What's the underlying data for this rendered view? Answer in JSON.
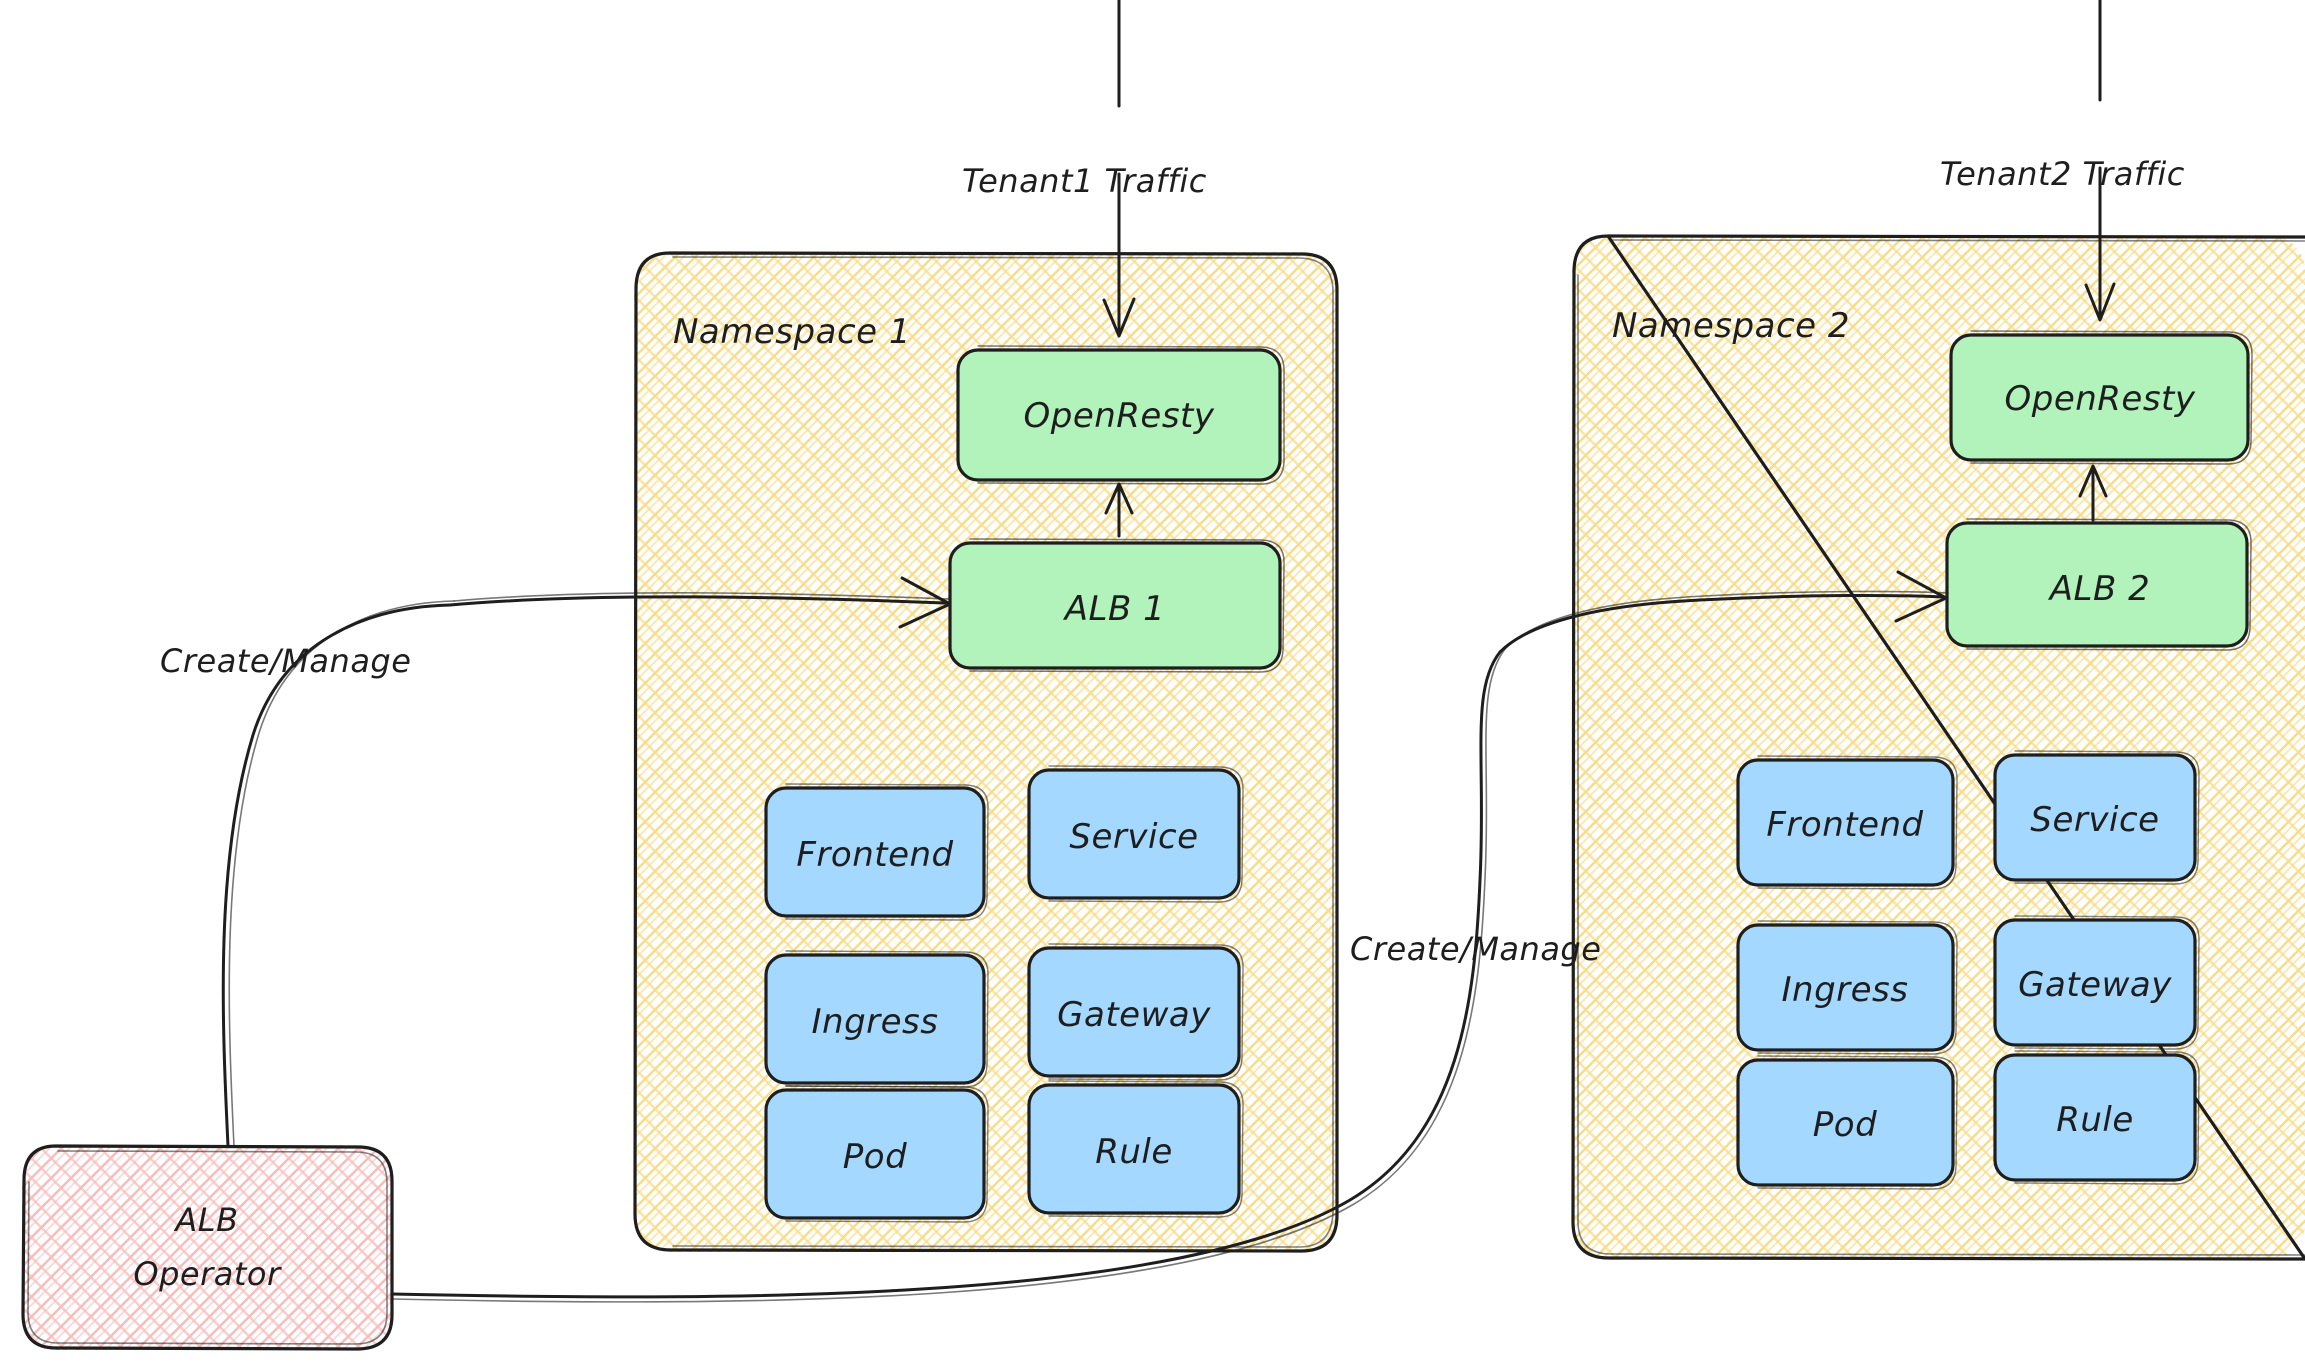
{
  "diagram": {
    "type": "architecture-diagram",
    "title_visible": false,
    "colors": {
      "green_fill": "#b2f2bb",
      "blue_fill": "#a5d8ff",
      "yellow_hatch": "#f2d06b",
      "pink_hatch": "#f5a5a5",
      "stroke": "#1e1e1e",
      "background": "#ffffff"
    },
    "traffic_labels": [
      {
        "id": "tenant1",
        "text": "Tenant1 Traffic"
      },
      {
        "id": "tenant2",
        "text": "Tenant2 Traffic"
      }
    ],
    "edge_labels": [
      {
        "id": "create-manage-1",
        "text": "Create/Manage"
      },
      {
        "id": "create-manage-2",
        "text": "Create/Manage"
      }
    ],
    "operator": {
      "line1": "ALB",
      "line2": "Operator"
    },
    "namespaces": [
      {
        "id": "ns1",
        "label": "Namespace 1",
        "gateway": "OpenResty",
        "alb": "ALB 1",
        "resources": [
          [
            "Frontend",
            "Service"
          ],
          [
            "Ingress",
            "Gateway"
          ],
          [
            "Pod",
            "Rule"
          ]
        ]
      },
      {
        "id": "ns2",
        "label": "Namespace 2",
        "gateway": "OpenResty",
        "alb": "ALB 2",
        "resources": [
          [
            "Frontend",
            "Service"
          ],
          [
            "Ingress",
            "Gateway"
          ],
          [
            "Pod",
            "Rule"
          ]
        ]
      }
    ]
  }
}
